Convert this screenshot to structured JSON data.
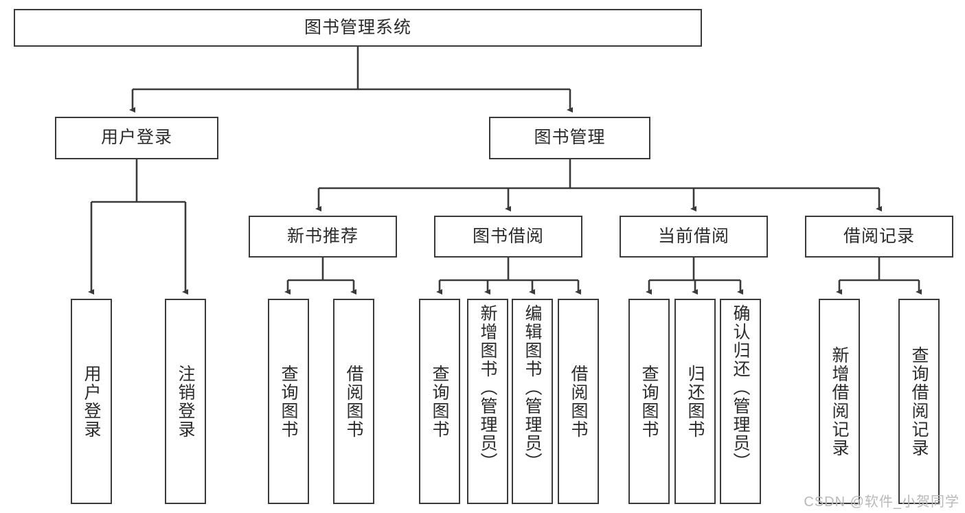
{
  "diagram": {
    "title": "图书管理系统",
    "style": {
      "box_border_color": "#3a3a3a",
      "box_fill_color": "#ffffff",
      "text_color": "#2b2b2b",
      "edge_color": "#3a3a3a",
      "background_color": "#ffffff",
      "watermark_color": "#b9b9b9"
    },
    "root": {
      "label": "图书管理系统"
    },
    "level2": [
      {
        "label": "用户登录"
      },
      {
        "label": "图书管理"
      }
    ],
    "level3": [
      {
        "label": "新书推荐"
      },
      {
        "label": "图书借阅"
      },
      {
        "label": "当前借阅"
      },
      {
        "label": "借阅记录"
      }
    ],
    "leaves": {
      "user_login": [
        {
          "label": "用户登录"
        },
        {
          "label": "注销登录"
        }
      ],
      "new_book_recommend": [
        {
          "label": "查询图书"
        },
        {
          "label": "借阅图书"
        }
      ],
      "book_borrow": [
        {
          "label": "查询图书"
        },
        {
          "label": "新增图书（管理员）"
        },
        {
          "label": "编辑图书（管理员）"
        },
        {
          "label": "借阅图书"
        }
      ],
      "current_borrow": [
        {
          "label": "查询图书"
        },
        {
          "label": "归还图书"
        },
        {
          "label": "确认归还（管理员）"
        }
      ],
      "borrow_record": [
        {
          "label": "新增借阅记录"
        },
        {
          "label": "查询借阅记录"
        }
      ]
    },
    "watermark": "CSDN @软件_小贺同学"
  }
}
